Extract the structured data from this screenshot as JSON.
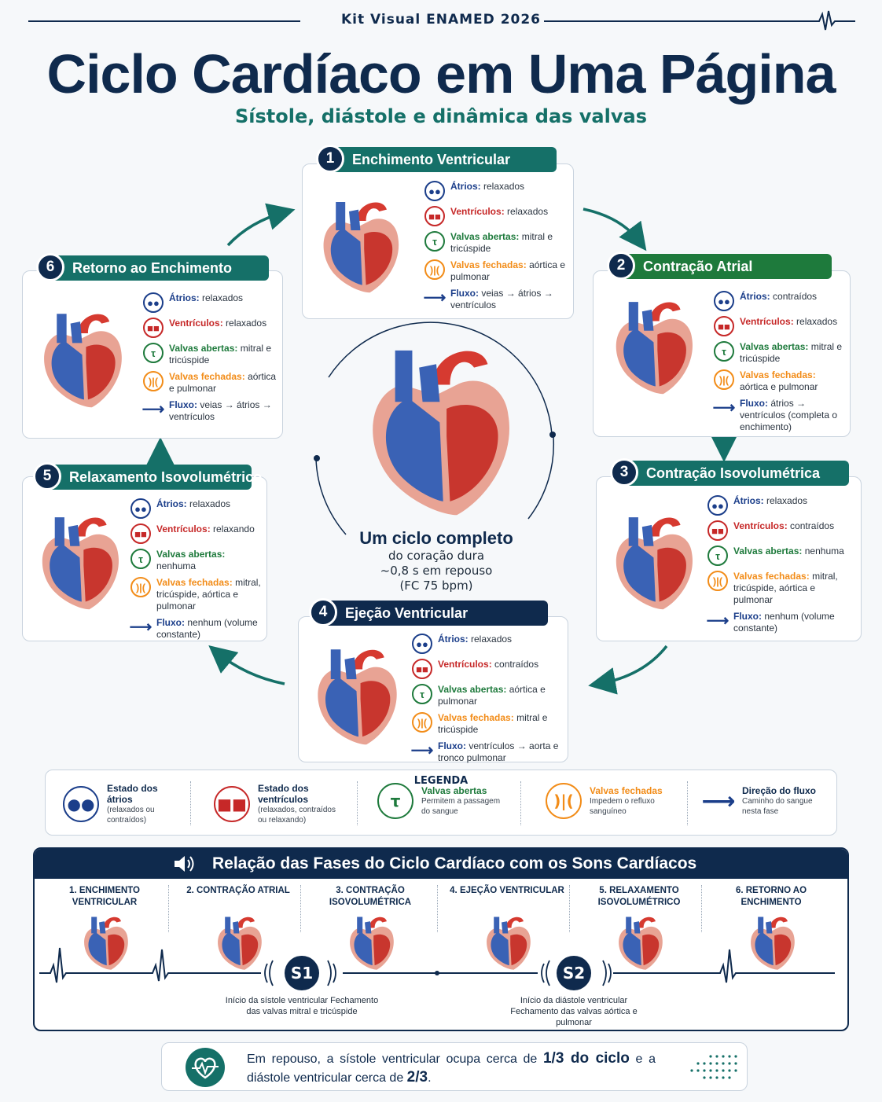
{
  "header": {
    "kit": "Kit Visual ENAMED 2026",
    "title": "Ciclo Cardíaco em Uma Página",
    "subtitle": "Sístole, diástole e dinâmica das valvas"
  },
  "labels": {
    "atrios": "Átrios:",
    "ventriculos": "Ventrículos:",
    "abertas": "Valvas abertas:",
    "fechadas": "Valvas fechadas:",
    "fluxo": "Fluxo:"
  },
  "phases": [
    {
      "num": "1",
      "title": "Enchimento Ventricular",
      "color": "#157068",
      "atrios": "relaxados",
      "ventriculos": "relaxados",
      "abertas": "mitral e tricúspide",
      "fechadas": "aórtica e pulmonar",
      "fluxo": "veias → átrios → ventrículos"
    },
    {
      "num": "2",
      "title": "Contração Atrial",
      "color": "#1e7a3c",
      "atrios": "contraídos",
      "ventriculos": "relaxados",
      "abertas": "mitral e tricúspide",
      "fechadas": "aórtica e pulmonar",
      "fluxo": "átrios → ventrículos (completa o enchimento)"
    },
    {
      "num": "3",
      "title": "Contração Isovolumétrica",
      "color": "#157068",
      "atrios": "relaxados",
      "ventriculos": "contraídos",
      "abertas": "nenhuma",
      "fechadas": "mitral, tricúspide, aórtica e pulmonar",
      "fluxo": "nenhum (volume constante)"
    },
    {
      "num": "4",
      "title": "Ejeção Ventricular",
      "color": "#0f2a4d",
      "atrios": "relaxados",
      "ventriculos": "contraídos",
      "abertas": "aórtica e pulmonar",
      "fechadas": "mitral e tricúspide",
      "fluxo": "ventrículos → aorta e tronco pulmonar"
    },
    {
      "num": "5",
      "title": "Relaxamento Isovolumétrico",
      "color": "#157068",
      "atrios": "relaxados",
      "ventriculos": "relaxando",
      "abertas": "nenhuma",
      "fechadas": "mitral, tricúspide, aórtica e pulmonar",
      "fluxo": "nenhum (volume constante)"
    },
    {
      "num": "6",
      "title": "Retorno ao Enchimento",
      "color": "#157068",
      "atrios": "relaxados",
      "ventriculos": "relaxados",
      "abertas": "mitral e tricúspide",
      "fechadas": "aórtica e pulmonar",
      "fluxo": "veias → átrios → ventrículos"
    }
  ],
  "center": {
    "title": "Um ciclo completo",
    "line1": "do coração dura",
    "line2": "~0,8 s em repouso",
    "line3": "(FC 75 bpm)"
  },
  "legend": {
    "title": "LEGENDA",
    "items": [
      {
        "head": "Estado dos átrios",
        "sub": "(relaxados ou contraídos)",
        "icon": "atria-icon"
      },
      {
        "head": "Estado dos ventrículos",
        "sub": "(relaxados, contraídos ou relaxando)",
        "icon": "ventricles-icon"
      },
      {
        "head": "Valvas abertas",
        "sub": "Permitem a passagem do sangue",
        "icon": "open-valve-icon"
      },
      {
        "head": "Valvas fechadas",
        "sub": "Impedem o refluxo sanguíneo",
        "icon": "closed-valve-icon"
      },
      {
        "head": "Direção do fluxo",
        "sub": "Caminho do sangue nesta fase",
        "icon": "arrow-right-icon"
      }
    ]
  },
  "sounds": {
    "title": "Relação das Fases do Ciclo Cardíaco com os Sons Cardíacos",
    "phases": [
      "1. ENCHIMENTO VENTRICULAR",
      "2. CONTRAÇÃO ATRIAL",
      "3. CONTRAÇÃO ISOVOLUMÉTRICA",
      "4. EJEÇÃO VENTRICULAR",
      "5. RELAXAMENTO ISOVOLUMÉTRICO",
      "6. RETORNO AO ENCHIMENTO"
    ],
    "s1": {
      "label": "S1",
      "desc": "Início da sístole ventricular Fechamento das valvas mitral e tricúspide"
    },
    "s2": {
      "label": "S2",
      "desc": "Início da diástole ventricular Fechamento das valvas aórtica e pulmonar"
    }
  },
  "footer": {
    "text_a": "Em repouso, a sístole ventricular ocupa cerca de ",
    "bold_a": "1/3 do ciclo",
    "text_b": " e a diástole ventricular cerca de ",
    "bold_b": "2/3",
    "text_c": "."
  },
  "colors": {
    "navy": "#0f2a4d",
    "teal": "#157068",
    "green": "#1e7a3c",
    "red": "#c62828",
    "orange": "#f28c18",
    "blue": "#1b3e8a"
  }
}
